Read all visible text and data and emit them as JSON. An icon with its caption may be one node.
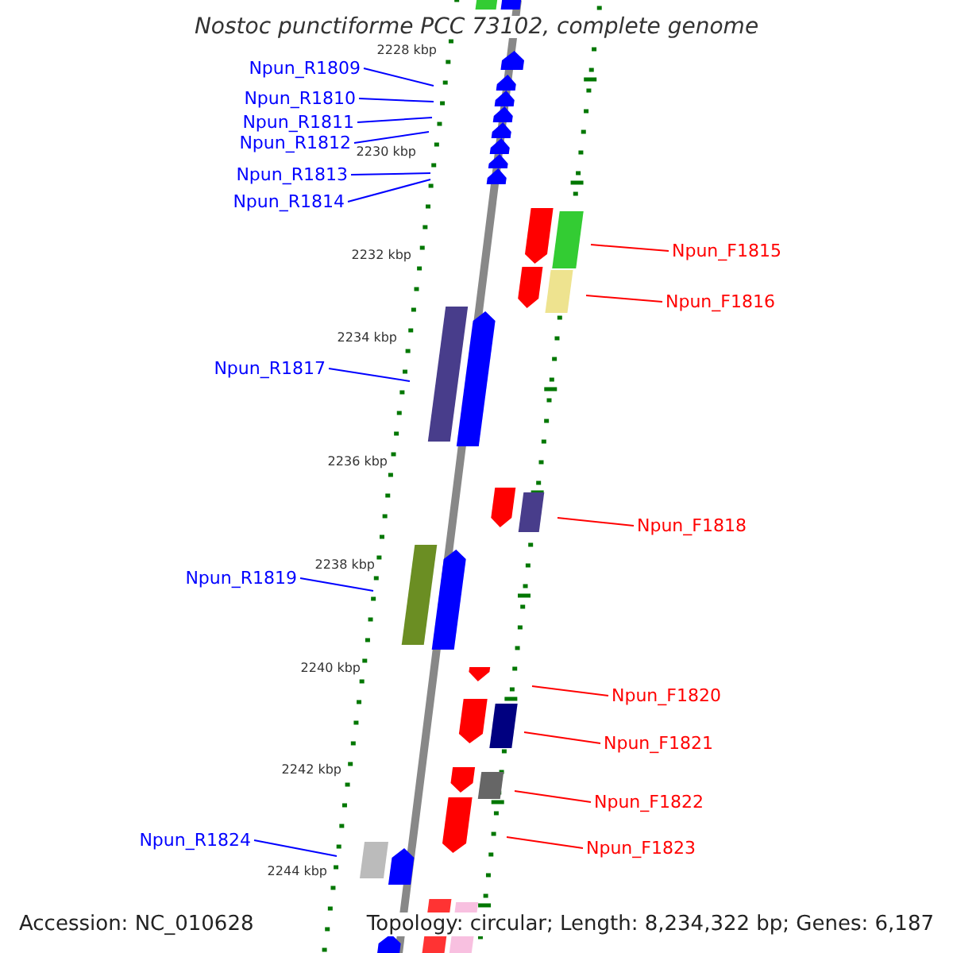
{
  "diagram": {
    "title": "Nostoc punctiforme PCC 73102, complete genome",
    "nodes": [
      {
        "text": [
          "Npun_R1809"
        ]
      },
      {
        "text": [
          "Npun_R1810"
        ]
      },
      {
        "text": [
          "Npun_R1811"
        ]
      },
      {
        "text": [
          "Npun_R1812"
        ]
      },
      {
        "text": [
          "Npun_R1813"
        ]
      },
      {
        "text": [
          "Npun_R1814"
        ]
      },
      {
        "text": [
          "Npun_F1815"
        ]
      },
      {
        "text": [
          "Npun_F1816"
        ]
      },
      {
        "text": [
          "Npun_R1817"
        ]
      },
      {
        "text": [
          "Npun_F1818"
        ]
      },
      {
        "text": [
          "Npun_R1819"
        ]
      },
      {
        "text": [
          "Npun_F1820"
        ]
      },
      {
        "text": [
          "Npun_F1821"
        ]
      },
      {
        "text": [
          "Npun_F1822"
        ]
      },
      {
        "text": [
          "Npun_F1823"
        ]
      },
      {
        "text": [
          "Npun_R1824"
        ]
      }
    ],
    "edges": [
      {
        "from": 0,
        "to": null,
        "arrow": "none"
      },
      {
        "from": 1,
        "to": null,
        "arrow": "none"
      },
      {
        "from": 2,
        "to": null,
        "arrow": "none"
      },
      {
        "from": 3,
        "to": null,
        "arrow": "none"
      },
      {
        "from": 4,
        "to": null,
        "arrow": "none"
      },
      {
        "from": 5,
        "to": null,
        "arrow": "none"
      },
      {
        "from": 6,
        "to": null,
        "arrow": "none",
        "color": "#ff0000"
      },
      {
        "from": 7,
        "to": null,
        "arrow": "none",
        "color": "#ff0000"
      },
      {
        "from": 8,
        "to": null,
        "arrow": "none"
      },
      {
        "from": 9,
        "to": null,
        "arrow": "none",
        "color": "#ff0000"
      },
      {
        "from": 10,
        "to": null,
        "arrow": "none"
      },
      {
        "from": 11,
        "to": null,
        "arrow": "none",
        "color": "#ff0000"
      },
      {
        "from": 12,
        "to": null,
        "arrow": "none",
        "color": "#ff0000"
      },
      {
        "from": 13,
        "to": null,
        "arrow": "none",
        "color": "#ff0000"
      },
      {
        "from": 14,
        "to": null,
        "arrow": "none",
        "color": "#ff0000"
      },
      {
        "from": 15,
        "to": null,
        "arrow": "none"
      }
    ],
    "labels": [
      "2228 kbp",
      "2230 kbp",
      "2232 kbp",
      "2234 kbp",
      "2236 kbp",
      "2238 kbp",
      "2240 kbp",
      "2242 kbp",
      "2244 kbp",
      "Accession: NC_010628",
      "Topology: circular; Length: 8,234,322 bp; Genes: 6,187"
    ]
  }
}
